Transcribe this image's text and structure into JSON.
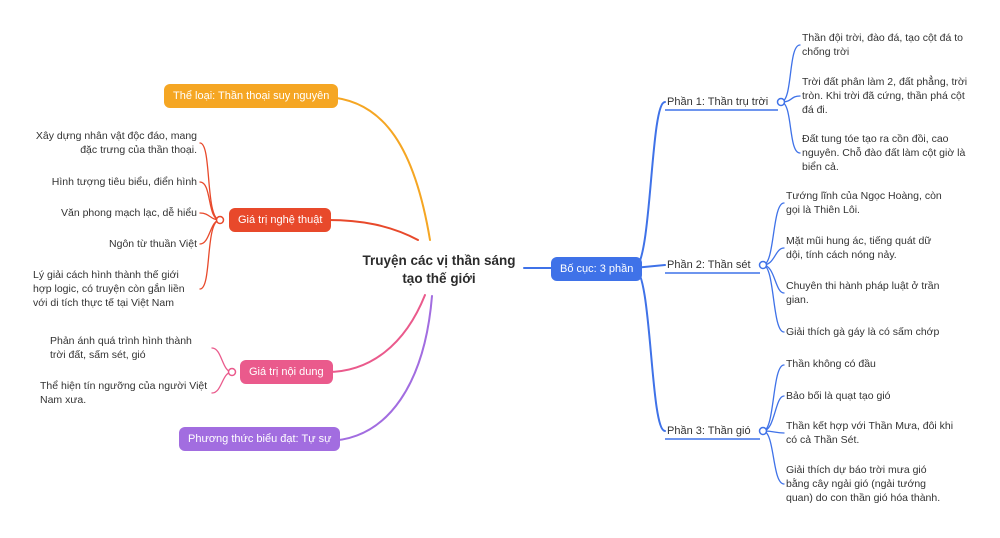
{
  "root": {
    "title": "Truyện các vị thần sáng tạo thế giới"
  },
  "colors": {
    "orange": "#f5a623",
    "red": "#e8492b",
    "pink": "#ea5a8c",
    "purple": "#a26de0",
    "blue": "#3f72e8"
  },
  "left": {
    "the_loai": {
      "label": "Thể loại: Thần thoại suy nguyên"
    },
    "nghe_thuat": {
      "label": "Giá trị nghệ thuật",
      "items": [
        "Xây dựng nhân vật độc đáo, mang đặc trưng của thần thoại.",
        "Hình tượng tiêu biểu, điển hình",
        "Văn phong mạch lạc, dễ hiểu",
        "Ngôn từ thuần Việt",
        "Lý giải cách hình thành thế giới hợp logic, có truyện còn gắn liền với di tích thực tế tại Việt Nam"
      ]
    },
    "noi_dung": {
      "label": "Giá trị nội dung",
      "items": [
        "Phản ánh quá trình hình thành trời đất, sấm sét, gió",
        "Thể hiện tín ngưỡng của người Việt Nam xưa."
      ]
    },
    "phuong_thuc": {
      "label": "Phương thức biểu đạt: Tự sự"
    }
  },
  "right": {
    "bo_cuc": {
      "label": "Bố cục: 3 phần"
    },
    "phan1": {
      "label": "Phần 1: Thần trụ trời",
      "items": [
        "Thần đội trời, đào đá, tạo cột đá to chống trời",
        "Trời đất phân làm 2, đất phẳng, trời tròn. Khi trời đã cứng, thần phá cột đá đi.",
        "Đất tung tóe tạo ra cồn đồi, cao nguyên. Chỗ đào đất làm cột giờ là biển cả."
      ]
    },
    "phan2": {
      "label": "Phần 2: Thần sét",
      "items": [
        "Tướng lĩnh của Ngọc Hoàng, còn gọi là Thiên Lôi.",
        "Mặt mũi hung ác, tiếng quát dữ dội, tính cách nóng nảy.",
        "Chuyên thi hành pháp luật ở trần gian.",
        "Giải thích gà gáy là có sấm chớp"
      ]
    },
    "phan3": {
      "label": "Phần 3: Thần gió",
      "items": [
        "Thần không có đầu",
        "Bảo bối là quạt tạo gió",
        "Thần kết hợp với Thần Mưa, đôi khi có cả Thần Sét.",
        "Giải thích dự báo trời mưa gió bằng cây ngải gió (ngải tướng quan) do con thần gió hóa thành."
      ]
    }
  }
}
